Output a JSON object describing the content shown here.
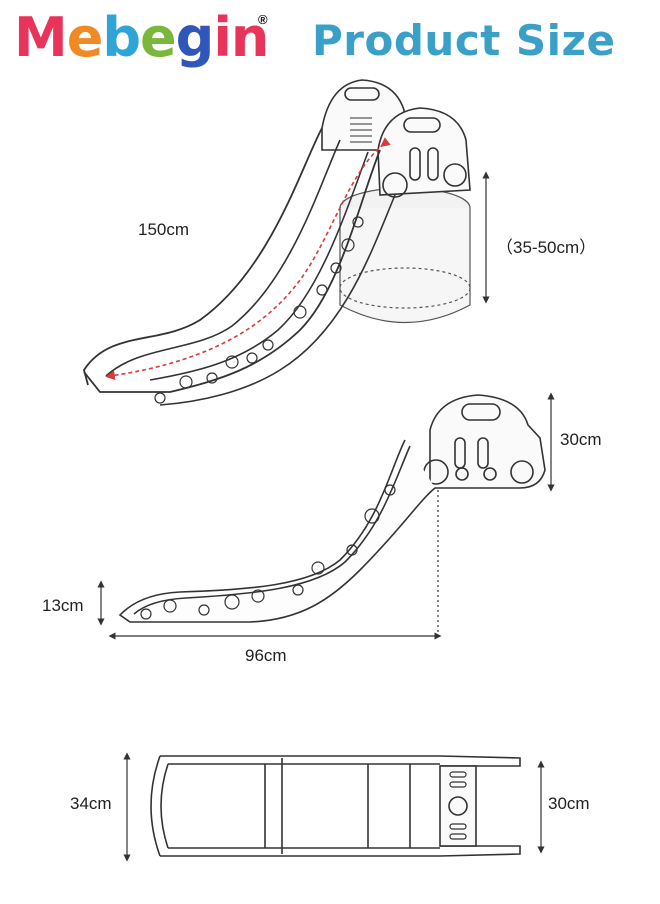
{
  "brand": {
    "letters": [
      "M",
      "e",
      "b",
      "e",
      "g",
      "i",
      "n"
    ],
    "letter_colors": [
      "#e8335b",
      "#f08a24",
      "#2fa4d6",
      "#7ab83b",
      "#2f56b8",
      "#e8335b",
      "#e8335b"
    ],
    "registered": "®"
  },
  "title": "Product Size",
  "colors": {
    "title": "#3aa0c8",
    "line": "#333333",
    "path": "#d93a3a"
  },
  "dimensions": {
    "length": "150cm",
    "height_range": "（35-50cm）",
    "top_height": "30cm",
    "bottom_height": "13cm",
    "footprint_length": "96cm",
    "width_front": "34cm",
    "width_back": "30cm"
  }
}
